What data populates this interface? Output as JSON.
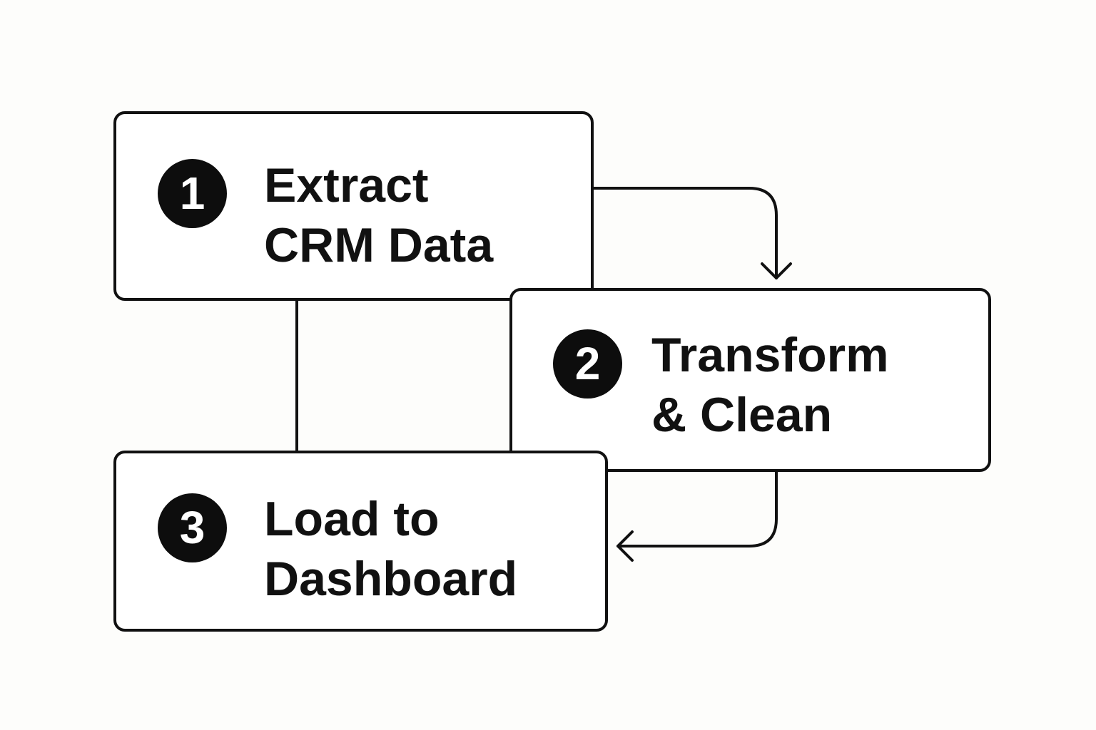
{
  "steps": [
    {
      "number": "1",
      "line1": "Extract",
      "line2": "CRM Data"
    },
    {
      "number": "2",
      "line1": "Transform",
      "line2": "& Clean"
    },
    {
      "number": "3",
      "line1": "Load to",
      "line2": "Dashboard"
    }
  ],
  "colors": {
    "stroke": "#111111",
    "badge": "#0d0d0d",
    "badge_text": "#ffffff",
    "box_fill": "#ffffff",
    "background": "#fdfdfb"
  }
}
